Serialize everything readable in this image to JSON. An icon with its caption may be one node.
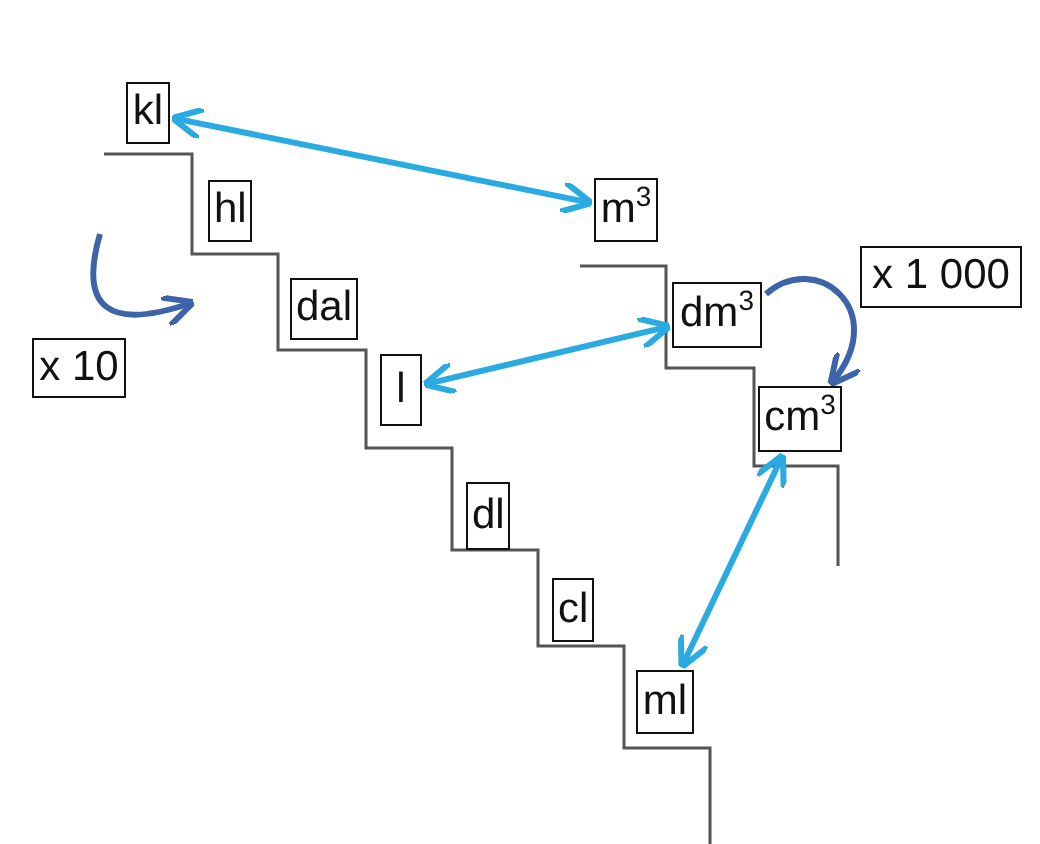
{
  "diagram": {
    "nodes": [
      {
        "text": [
          "kl"
        ]
      },
      {
        "text": [
          "hl"
        ]
      },
      {
        "text": [
          "m$^{3}$"
        ]
      },
      {
        "text": [
          "x 1 000"
        ]
      },
      {
        "text": [
          "dal"
        ]
      },
      {
        "text": [
          "dm$^{3}$"
        ]
      },
      {
        "text": [
          "x 10"
        ]
      },
      {
        "text": [
          "l"
        ]
      },
      {
        "text": [
          "cm$^{3}$"
        ]
      },
      {
        "text": [
          "dl"
        ]
      },
      {
        "text": [
          "cl"
        ]
      },
      {
        "text": [
          "ml"
        ]
      }
    ],
    "edges": [
      {
        "from": 0,
        "to": 2,
        "arrow": "both",
        "color": "#29abe2"
      },
      {
        "from": 7,
        "to": 5,
        "arrow": "both",
        "color": "#29abe2"
      },
      {
        "from": 5,
        "to": 8,
        "arrow": "to",
        "color": "#3d64a8"
      },
      {
        "from": 8,
        "to": 11,
        "arrow": "both",
        "color": "#29abe2"
      }
    ]
  }
}
